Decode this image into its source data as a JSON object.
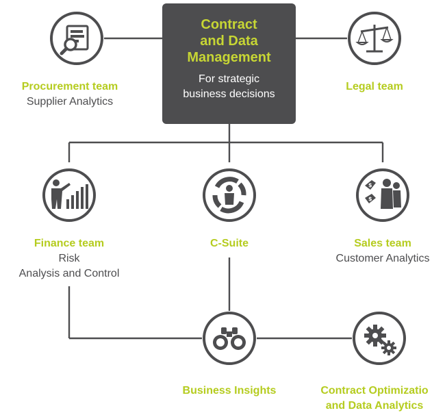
{
  "center": {
    "title_line1": "Contract",
    "title_line2": "and Data",
    "title_line3": "Management",
    "sub_line1": "For strategic",
    "sub_line2": "business decisions"
  },
  "nodes": {
    "procurement": {
      "title": "Procurement team",
      "subtitle": "Supplier Analytics",
      "icon": "document-search-icon"
    },
    "legal": {
      "title": "Legal team",
      "icon": "scales-icon"
    },
    "finance": {
      "title": "Finance team",
      "subtitle_line1": "Risk",
      "subtitle_line2": "Analysis and Control",
      "icon": "presenter-chart-icon"
    },
    "csuite": {
      "title": "C-Suite",
      "icon": "executive-person-icon"
    },
    "sales": {
      "title": "Sales team",
      "subtitle": "Customer Analytics",
      "icon": "customers-price-tags-icon"
    },
    "insights": {
      "title": "Business Insights",
      "icon": "binoculars-icon"
    },
    "optimization": {
      "title_line1": "Contract Optimizatio",
      "title_line2": "and Data Analytics",
      "icon": "gears-icon"
    }
  },
  "colors": {
    "accent_green": "#b5cc1f",
    "dark_grey": "#4d4d4f",
    "line_grey": "#4d4d4f"
  }
}
